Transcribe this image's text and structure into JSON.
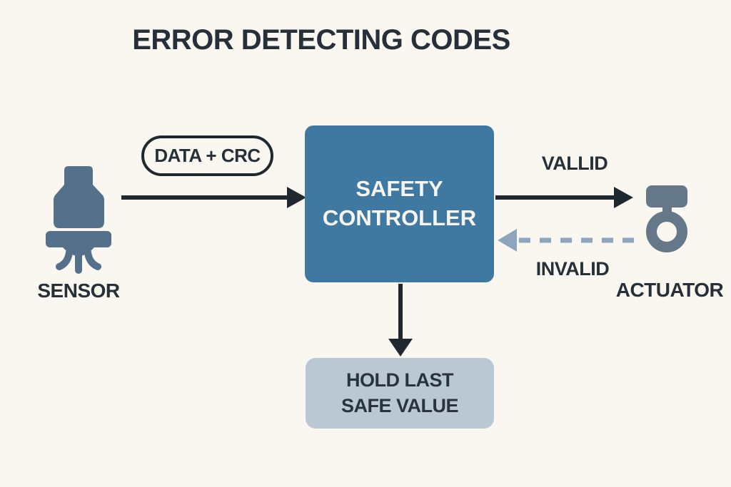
{
  "title": "ERROR DETECTING CODES",
  "sensor": {
    "label": "SENSOR"
  },
  "controller": {
    "line1": "SAFETY",
    "line2": "CONTROLLER"
  },
  "actuator": {
    "label": "ACTUATOR"
  },
  "fallback_box": {
    "line1": "HOLD LAST",
    "line2": "SAFE VALUE"
  },
  "edges": {
    "data_crc_label": "DATA + CRC",
    "valid_label": "VALLID",
    "invalid_label": "INVALID"
  },
  "colors": {
    "background": "#FAF7F1",
    "text_dark": "#273039",
    "arrow_dark": "#20282F",
    "controller_fill": "#3F79A2",
    "controller_text": "#F7F5F0",
    "sensor_icon": "#54708A",
    "actuator_icon": "#64788A",
    "invalid_dashed": "#8EA5BE",
    "fallback_fill": "#B9C8D3",
    "fallback_text": "#2A333D"
  }
}
